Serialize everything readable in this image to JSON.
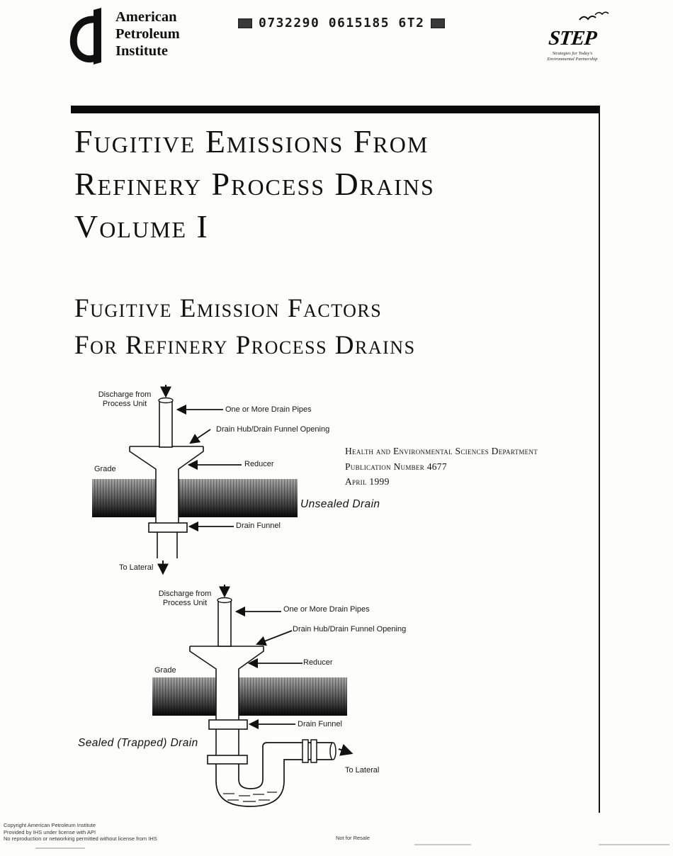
{
  "header": {
    "org_name": "American\nPetroleum\nInstitute",
    "barcode_text": "0732290 0615185 6T2",
    "step": {
      "wordmark": "STEP",
      "tagline": "Strategies for Today's\nEnvironmental Partnership"
    }
  },
  "title": {
    "line1": "Fugitive Emissions From",
    "line2": "Refinery Process Drains",
    "line3": "Volume I"
  },
  "subtitle": {
    "line1": "Fugitive Emission Factors",
    "line2": "For Refinery Process Drains"
  },
  "publication": {
    "department": "Health and Environmental Sciences Department",
    "number": "Publication Number 4677",
    "date": "April 1999"
  },
  "diagram_labels": {
    "discharge": "Discharge from\nProcess Unit",
    "drain_pipes": "One or More Drain Pipes",
    "hub_opening": "Drain Hub/Drain Funnel Opening",
    "grade": "Grade",
    "reducer": "Reducer",
    "drain_funnel": "Drain Funnel",
    "to_lateral": "To Lateral"
  },
  "diagrams": {
    "unsealed_caption": "Unsealed Drain",
    "sealed_caption": "Sealed (Trapped) Drain"
  },
  "footer": {
    "copyright": "Copyright American Petroleum Institute\nProvided by IHS under license with API\nNo reproduction or networking permitted without license from IHS",
    "not_for_resale": "Not for Resale"
  },
  "colors": {
    "ink": "#141414",
    "band_dark": "#080808",
    "band_light": "#a8a8a8"
  }
}
